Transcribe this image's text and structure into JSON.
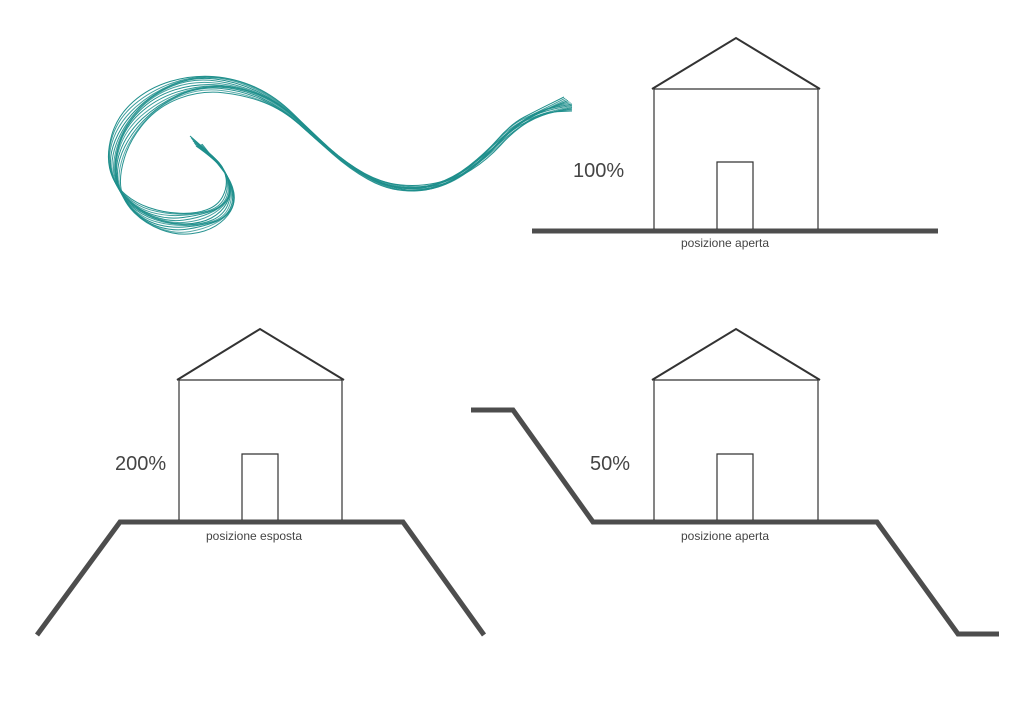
{
  "colors": {
    "wind": "#1f8f8c",
    "ground": "#4d4d4d",
    "outline": "#333333",
    "label": "#444444"
  },
  "icons": {
    "wind": "wind-swirl-icon"
  },
  "panels": {
    "top_right": {
      "percent": "100%",
      "caption": "posizione aperta"
    },
    "bottom_left": {
      "percent": "200%",
      "caption": "posizione esposta"
    },
    "bottom_right": {
      "percent": "50%",
      "caption": "posizione aperta"
    }
  }
}
